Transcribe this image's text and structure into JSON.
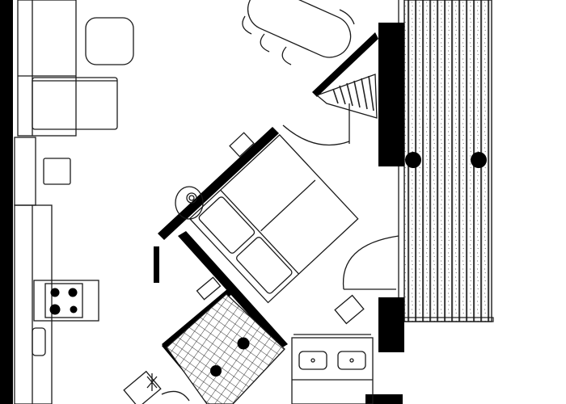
{
  "drawing": {
    "kind": "architectural-floor-plan",
    "colors": {
      "ink": "#000000",
      "line": "#1a1a1a",
      "paper": "#ffffff",
      "deck-stripe": "#555555"
    }
  },
  "rooms": [
    {
      "id": "living-area",
      "furniture": [
        "sofa",
        "sofa-chaise",
        "round-armchair",
        "side-table",
        "oval-dining-table",
        "dining-chairs"
      ]
    },
    {
      "id": "bedroom",
      "furniture": [
        "double-bed",
        "pillows",
        "nightstand",
        "table-lamp"
      ]
    },
    {
      "id": "kitchen",
      "furniture": [
        "counter",
        "cooktop-4-burner",
        "sink"
      ]
    },
    {
      "id": "bathroom",
      "furniture": [
        "shower-tray",
        "shower-drain",
        "toilet",
        "double-vanity-sinks"
      ]
    },
    {
      "id": "balcony",
      "furniture": [
        "wooden-deck",
        "posts"
      ]
    }
  ]
}
